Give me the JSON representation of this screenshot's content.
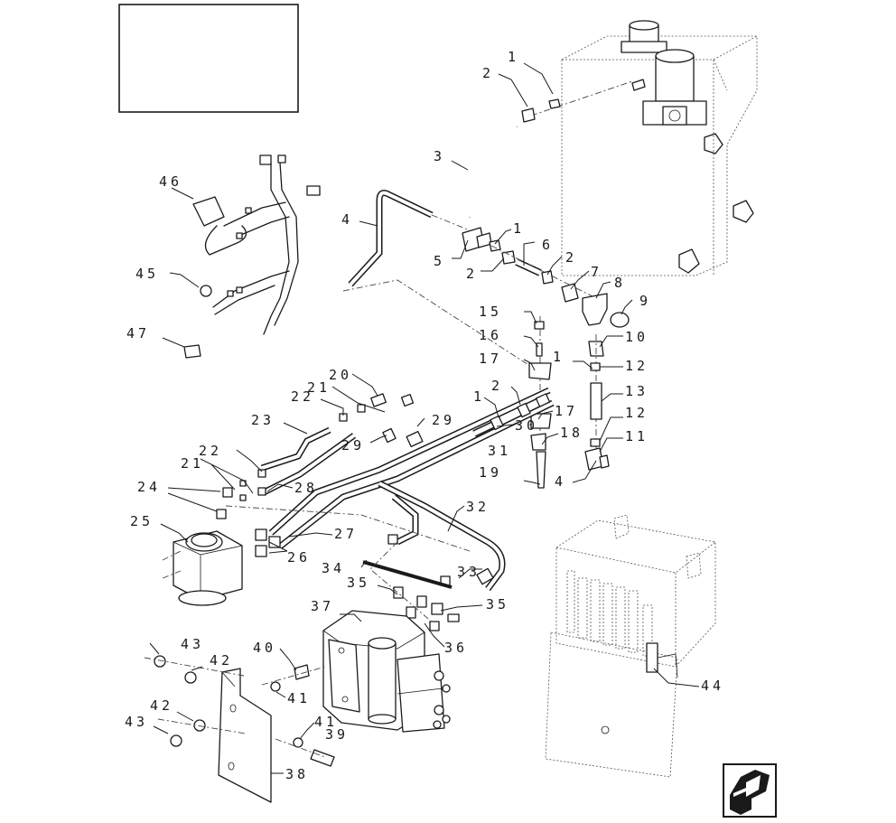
{
  "callouts": [
    {
      "id": "c1",
      "text": "1"
    },
    {
      "id": "c2",
      "text": "2"
    },
    {
      "id": "c3",
      "text": "3"
    },
    {
      "id": "c4",
      "text": "4"
    },
    {
      "id": "c5",
      "text": "5"
    },
    {
      "id": "c1b",
      "text": "1"
    },
    {
      "id": "c2b",
      "text": "2"
    },
    {
      "id": "c6",
      "text": "6"
    },
    {
      "id": "c2c",
      "text": "2"
    },
    {
      "id": "c7",
      "text": "7"
    },
    {
      "id": "c8",
      "text": "8"
    },
    {
      "id": "c9",
      "text": "9"
    },
    {
      "id": "c10",
      "text": "10"
    },
    {
      "id": "c1c",
      "text": "1"
    },
    {
      "id": "c12",
      "text": "12"
    },
    {
      "id": "c13",
      "text": "13"
    },
    {
      "id": "c12b",
      "text": "12"
    },
    {
      "id": "c11",
      "text": "11"
    },
    {
      "id": "c4b",
      "text": "4"
    },
    {
      "id": "c15",
      "text": "15"
    },
    {
      "id": "c16",
      "text": "16"
    },
    {
      "id": "c17",
      "text": "17"
    },
    {
      "id": "c1d",
      "text": "1"
    },
    {
      "id": "c2d",
      "text": "2"
    },
    {
      "id": "c17b",
      "text": "17"
    },
    {
      "id": "c18",
      "text": "18"
    },
    {
      "id": "c30",
      "text": "30"
    },
    {
      "id": "c31",
      "text": "31"
    },
    {
      "id": "c19",
      "text": "19"
    },
    {
      "id": "c46",
      "text": "46"
    },
    {
      "id": "c45",
      "text": "45"
    },
    {
      "id": "c47",
      "text": "47"
    },
    {
      "id": "c20",
      "text": "20"
    },
    {
      "id": "c21",
      "text": "21"
    },
    {
      "id": "c22",
      "text": "22"
    },
    {
      "id": "c23",
      "text": "23"
    },
    {
      "id": "c29",
      "text": "29"
    },
    {
      "id": "c29b",
      "text": "29"
    },
    {
      "id": "c22b",
      "text": "22"
    },
    {
      "id": "c21b",
      "text": "21"
    },
    {
      "id": "c28",
      "text": "28"
    },
    {
      "id": "c24",
      "text": "24"
    },
    {
      "id": "c25",
      "text": "25"
    },
    {
      "id": "c27",
      "text": "27"
    },
    {
      "id": "c32",
      "text": "32"
    },
    {
      "id": "c26",
      "text": "26"
    },
    {
      "id": "c34",
      "text": "34"
    },
    {
      "id": "c33",
      "text": "33"
    },
    {
      "id": "c35",
      "text": "35"
    },
    {
      "id": "c35b",
      "text": "35"
    },
    {
      "id": "c36",
      "text": "36"
    },
    {
      "id": "c37",
      "text": "37"
    },
    {
      "id": "c43",
      "text": "43"
    },
    {
      "id": "c42",
      "text": "42"
    },
    {
      "id": "c40",
      "text": "40"
    },
    {
      "id": "c41",
      "text": "41"
    },
    {
      "id": "c42b",
      "text": "42"
    },
    {
      "id": "c43b",
      "text": "43"
    },
    {
      "id": "c41b",
      "text": "41"
    },
    {
      "id": "c39",
      "text": "39"
    },
    {
      "id": "c38",
      "text": "38"
    },
    {
      "id": "c44",
      "text": "44"
    }
  ],
  "icons": {
    "nav_arrow": "next-page-arrow-icon"
  }
}
